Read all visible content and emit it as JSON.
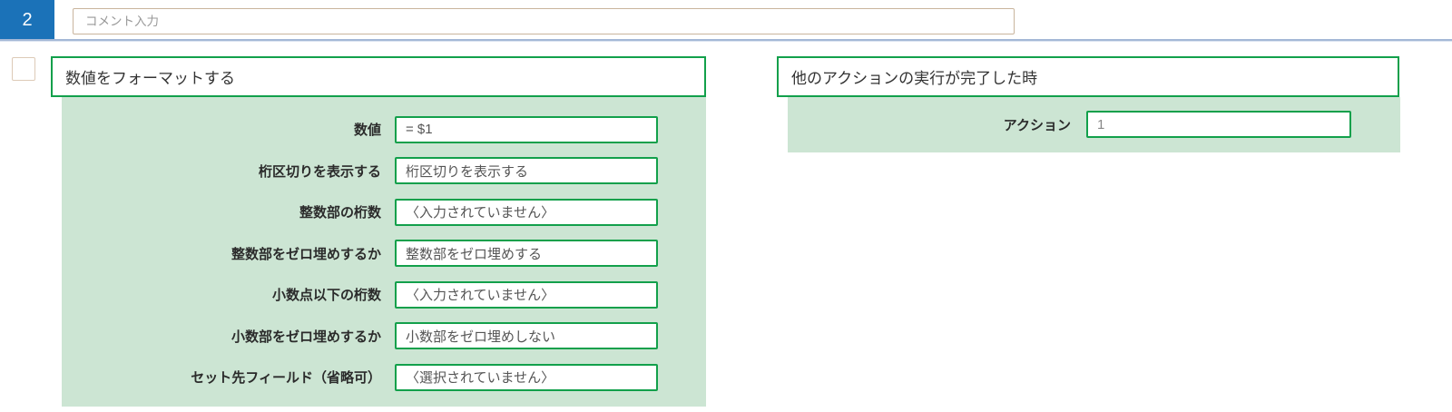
{
  "step": {
    "number": "2",
    "comment": {
      "value": "",
      "placeholder": "コメント入力"
    }
  },
  "left_action": {
    "title": "数値をフォーマットする",
    "rows": [
      {
        "label": "数値",
        "value": "= $1"
      },
      {
        "label": "桁区切りを表示する",
        "value": "桁区切りを表示する"
      },
      {
        "label": "整数部の桁数",
        "value": "〈入力されていません〉"
      },
      {
        "label": "整数部をゼロ埋めするか",
        "value": "整数部をゼロ埋めする"
      },
      {
        "label": "小数点以下の桁数",
        "value": "〈入力されていません〉"
      },
      {
        "label": "小数部をゼロ埋めするか",
        "value": "小数部をゼロ埋めしない"
      },
      {
        "label": "セット先フィールド（省略可）",
        "value": "〈選択されていません〉"
      }
    ]
  },
  "right_trigger": {
    "title": "他のアクションの実行が完了した時",
    "rows": [
      {
        "label": "アクション",
        "value": "1"
      }
    ]
  },
  "colors": {
    "accent_blue": "#1b72b8",
    "green_border": "#12a04b",
    "panel_green": "#cce5d3",
    "tan_border": "#c9b59d",
    "divider_blue": "#a4b8d6"
  }
}
